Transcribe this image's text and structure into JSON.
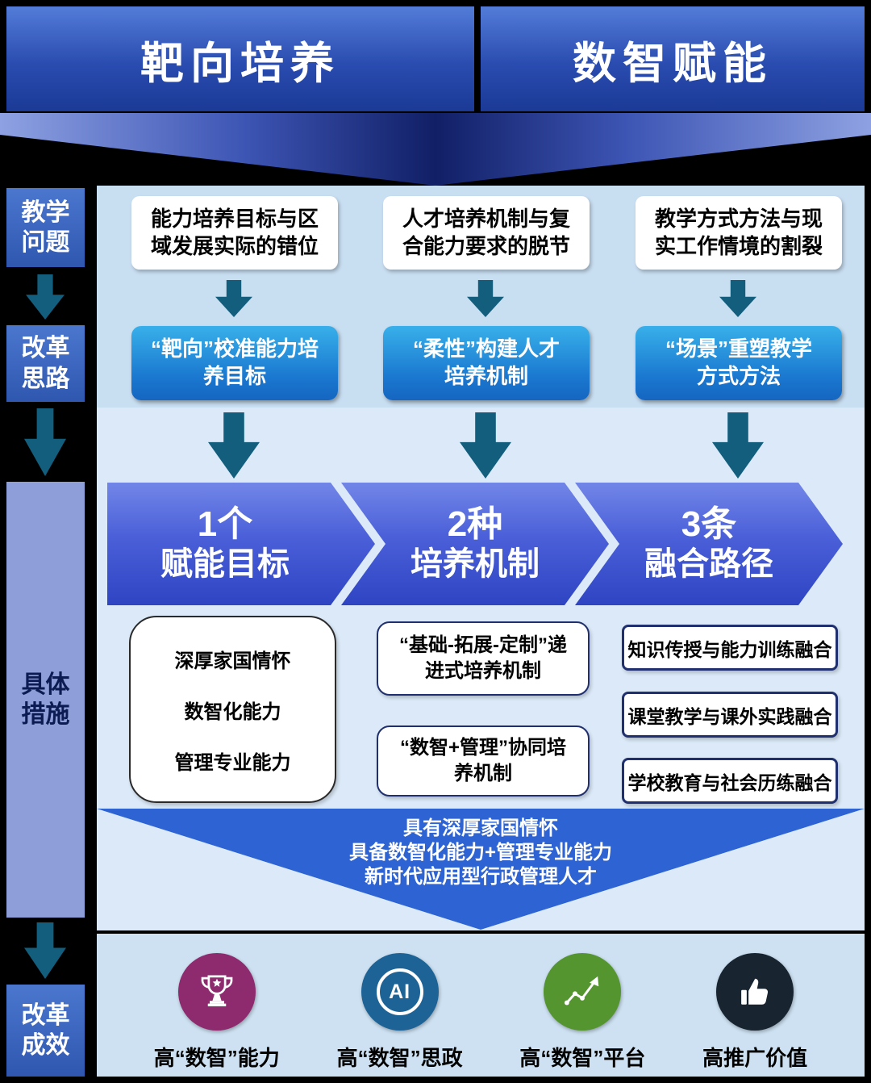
{
  "header": {
    "left": "靶向培养",
    "right": "数智赋能"
  },
  "sidebar": {
    "problems": "教学\n问题",
    "ideas": "改革\n思路",
    "measures": "具体\n措施",
    "results": "改革\n成效"
  },
  "problems": [
    {
      "text": "能力培养目标与区\n域发展实际的错位"
    },
    {
      "text": "人才培养机制与复\n合能力要求的脱节"
    },
    {
      "text": "教学方式方法与现\n实工作情境的割裂"
    }
  ],
  "ideas": [
    {
      "text": "“靶向”校准能力培\n养目标"
    },
    {
      "text": "“柔性”构建人才\n培养机制"
    },
    {
      "text": "“场景”重塑教学\n方式方法"
    }
  ],
  "banners": [
    {
      "line1": "1个",
      "line2": "赋能目标"
    },
    {
      "line1": "2种",
      "line2": "培养机制"
    },
    {
      "line1": "3条",
      "line2": "融合路径"
    }
  ],
  "measures": {
    "goal_items": [
      "深厚家国情怀",
      "数智化能力",
      "管理专业能力"
    ],
    "mechanisms": [
      {
        "text": "“基础-拓展-定制”递\n进式培养机制"
      },
      {
        "text": "“数智+管理”协同培\n养机制"
      }
    ],
    "paths": [
      {
        "text": "知识传授与能力训练融合"
      },
      {
        "text": "课堂教学与课外实践融合"
      },
      {
        "text": "学校教育与社会历练融合"
      }
    ]
  },
  "talent_summary": "具有深厚家国情怀\n具备数智化能力+管理专业能力\n新时代应用型行政管理人才",
  "results": [
    {
      "icon": "trophy-icon",
      "label": "高“数智”能力",
      "circle_color": "#8e2a6e"
    },
    {
      "icon": "ai-icon",
      "icon_text": "AI",
      "label": "高“数智”思政",
      "circle_color": "#1d6396"
    },
    {
      "icon": "trend-chart-icon",
      "label": "高“数智”平台",
      "circle_color": "#55952f"
    },
    {
      "icon": "thumbs-up-icon",
      "label": "高推广价值",
      "circle_color": "#18242f"
    }
  ],
  "colors": {
    "header_blue": "#2a4cb0",
    "chevron_dark_blue": "#111f66",
    "arrow_teal": "#135e7d",
    "panel_light_blue": "#c8def1",
    "panel_lighter_blue": "#dbe9f8",
    "idea_box_blue": "#1a77cf",
    "banner_blue": "#4a5fd8",
    "triangle_blue": "#2d63d2",
    "sidebar_lavender": "#8e9ed8"
  }
}
